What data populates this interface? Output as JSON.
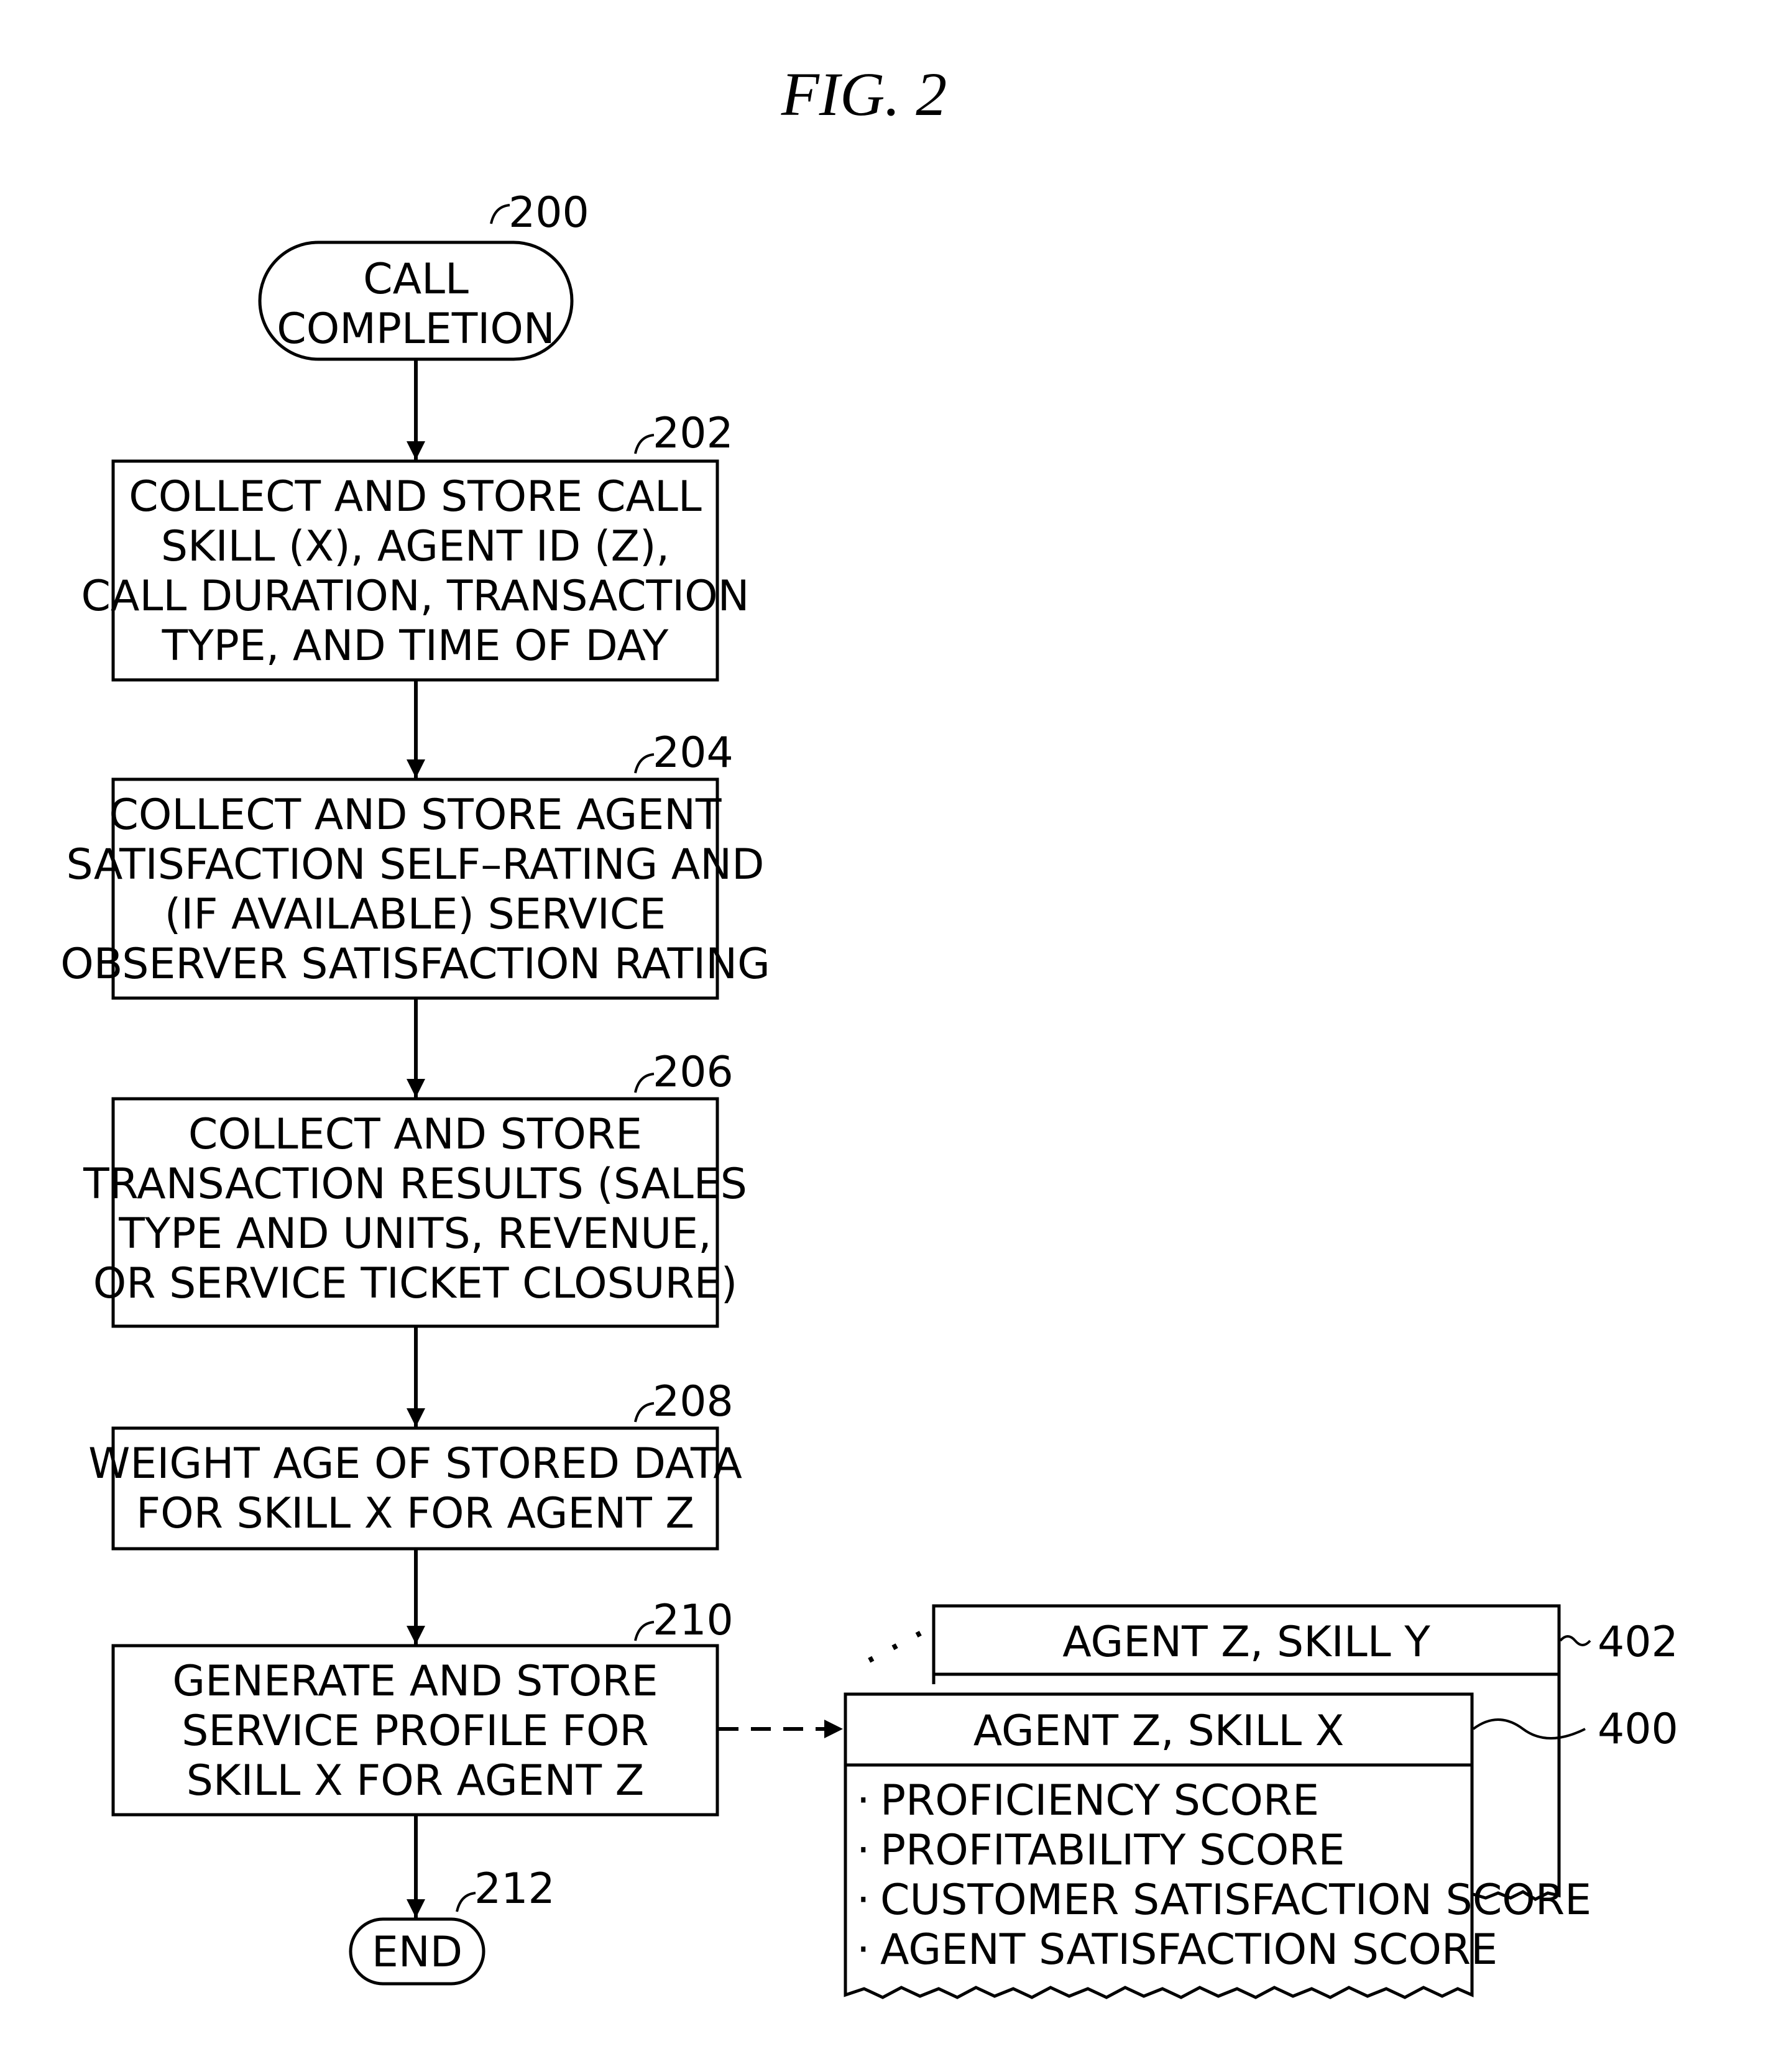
{
  "figure": {
    "title": "FIG. 2"
  },
  "flowchart": {
    "start": {
      "ref": "200",
      "lines": [
        "CALL",
        "COMPLETION"
      ]
    },
    "steps": [
      {
        "ref": "202",
        "lines": [
          "COLLECT AND STORE CALL",
          "SKILL (X), AGENT ID (Z),",
          "CALL DURATION, TRANSACTION",
          "TYPE, AND TIME OF DAY"
        ]
      },
      {
        "ref": "204",
        "lines": [
          "COLLECT AND STORE AGENT",
          "SATISFACTION SELF–RATING AND",
          "(IF AVAILABLE) SERVICE",
          "OBSERVER SATISFACTION RATING"
        ]
      },
      {
        "ref": "206",
        "lines": [
          "COLLECT AND STORE",
          "TRANSACTION RESULTS (SALES",
          "TYPE AND UNITS, REVENUE,",
          "OR SERVICE TICKET CLOSURE)"
        ]
      },
      {
        "ref": "208",
        "lines": [
          "WEIGHT AGE OF STORED DATA",
          "FOR SKILL X FOR AGENT Z"
        ]
      },
      {
        "ref": "210",
        "lines": [
          "GENERATE AND STORE",
          "SERVICE PROFILE FOR",
          "SKILL X FOR AGENT Z"
        ]
      }
    ],
    "end": {
      "ref": "212",
      "label": "END"
    }
  },
  "profiles": {
    "back": {
      "ref": "402",
      "title": "AGENT Z, SKILL Y"
    },
    "front": {
      "ref": "400",
      "title": "AGENT Z, SKILL X",
      "items": [
        "PROFICIENCY SCORE",
        "PROFITABILITY SCORE",
        "CUSTOMER SATISFACTION SCORE",
        "AGENT SATISFACTION SCORE"
      ]
    },
    "ellipsis": "· · ·",
    "bullet": "·"
  }
}
